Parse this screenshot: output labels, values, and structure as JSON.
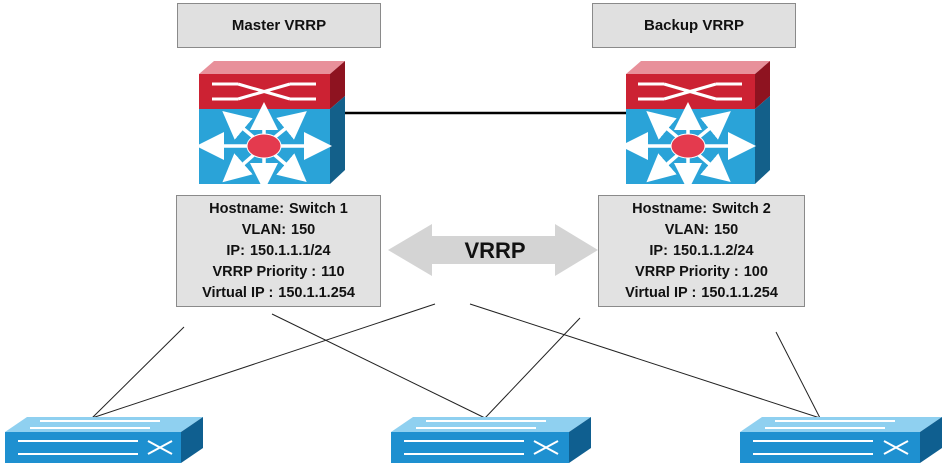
{
  "master": {
    "title": "Master VRRP",
    "hostname_label": "Hostname:",
    "hostname": "Switch 1",
    "vlan_label": "VLAN:",
    "vlan": "150",
    "ip_label": "IP:",
    "ip": "150.1.1.1/24",
    "priority_label": "VRRP Priority :",
    "priority": "110",
    "vip_label": "Virtual IP :",
    "vip": "150.1.1.254"
  },
  "backup": {
    "title": "Backup VRRP",
    "hostname_label": "Hostname:",
    "hostname": "Switch 2",
    "vlan_label": "VLAN:",
    "vlan": "150",
    "ip_label": "IP:",
    "ip": "150.1.1.2/24",
    "priority_label": "VRRP Priority :",
    "priority": "100",
    "vip_label": "Virtual IP :",
    "vip": "150.1.1.254"
  },
  "protocol_label": "VRRP",
  "colors": {
    "router_red": "#cc2233",
    "router_blue": "#2aa3d8",
    "switch_blue": "#1e90d0",
    "box_fill": "#e2e2e2",
    "arrow_fill": "#d4d4d4"
  }
}
